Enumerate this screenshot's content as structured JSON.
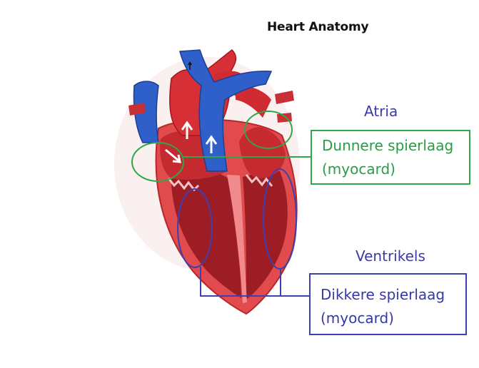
{
  "title": "Heart Anatomy",
  "labels": {
    "atria": "Atria",
    "ventricles": "Ventrikels"
  },
  "boxes": {
    "thin": {
      "line1": "Dunnere spierlaag",
      "line2": "(myocard)"
    },
    "thick": {
      "line1": "Dikkere spierlaag",
      "line2": "(myocard)"
    }
  },
  "colors": {
    "green": "#2fa64a",
    "blue": "#3f3fb0",
    "heart_red": "#d9363a",
    "vessel_blue": "#2f5fc8"
  }
}
